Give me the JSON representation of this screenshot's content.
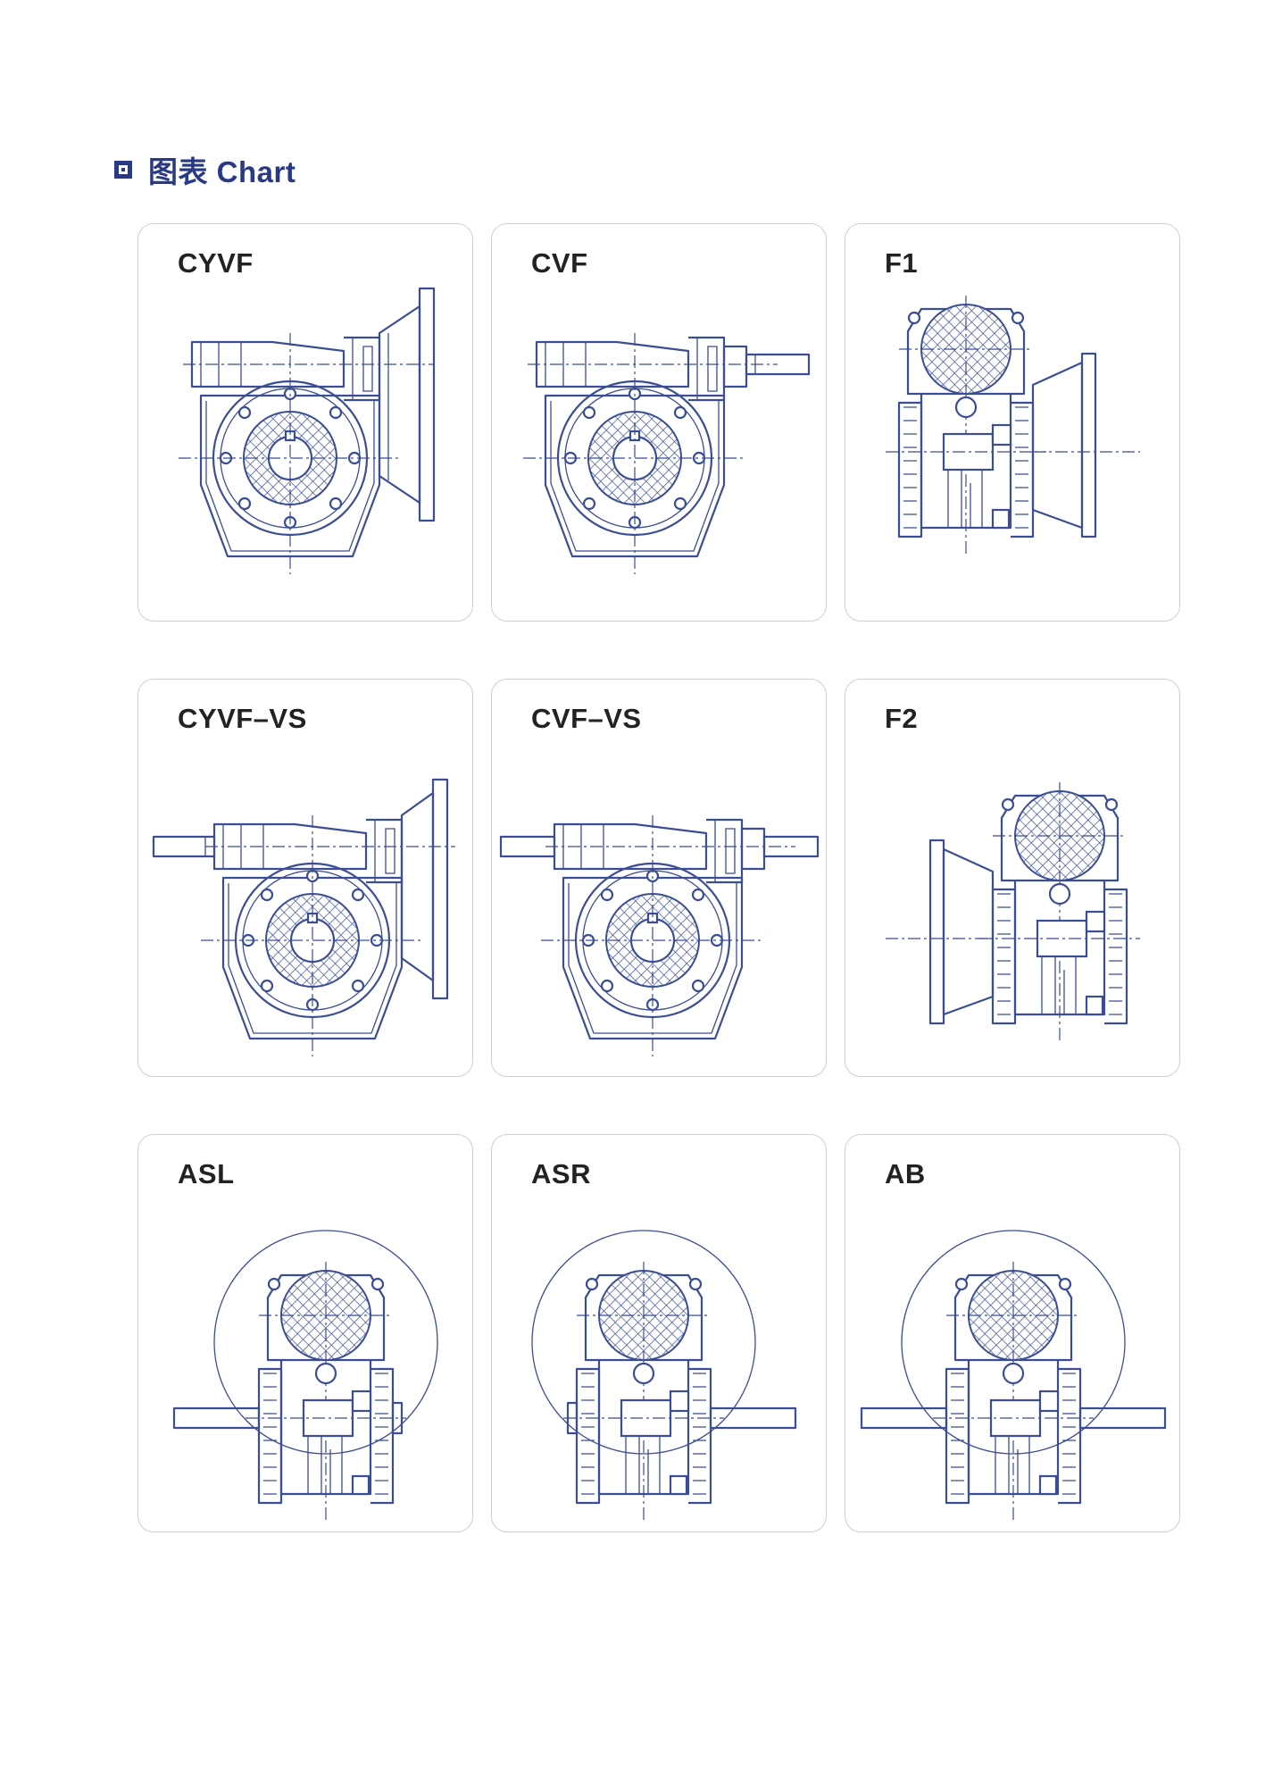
{
  "section": {
    "title": "图表 Chart"
  },
  "colors": {
    "accent": "#283a86",
    "line": "#3b4d93",
    "card_border": "#cfcfcf"
  },
  "cards": [
    {
      "label": "CYVF",
      "drawing": "front view with motor flange on right"
    },
    {
      "label": "CVF",
      "drawing": "front view with input shaft on right"
    },
    {
      "label": "F1",
      "drawing": "side view with motor flange on right"
    },
    {
      "label": "CYVF–VS",
      "drawing": "front view double shaft with flange"
    },
    {
      "label": "CVF–VS",
      "drawing": "front view double input shaft"
    },
    {
      "label": "F2",
      "drawing": "side view with motor flange on left"
    },
    {
      "label": "ASL",
      "drawing": "side view output shaft left"
    },
    {
      "label": "ASR",
      "drawing": "side view output shaft right"
    },
    {
      "label": "AB",
      "drawing": "side view output shaft both sides"
    }
  ]
}
